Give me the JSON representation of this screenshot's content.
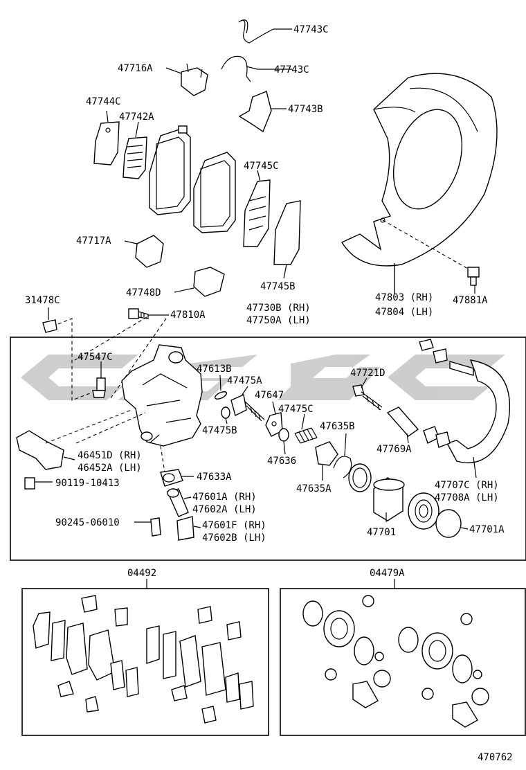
{
  "diagram_number": "470762",
  "watermark": "cjs sc",
  "callouts": {
    "c47743C_top": "47743C",
    "c47743C_mid": "47743C",
    "c47716A": "47716A",
    "c47743B": "47743B",
    "c47744C": "47744C",
    "c47742A": "47742A",
    "c47745C": "47745C",
    "c47717A": "47717A",
    "c47748D": "47748D",
    "c47745B": "47745B",
    "c47803": "47803 (RH)",
    "c47804": "47804 (LH)",
    "c47881A": "47881A",
    "c31478C": "31478C",
    "c47810A": "47810A",
    "c47730B": "47730B (RH)",
    "c47750A": "47750A (LH)",
    "c47547C": "47547C",
    "c47613B": "47613B",
    "c47475A": "47475A",
    "c47647": "47647",
    "c47721D": "47721D",
    "c47475C": "47475C",
    "c47475B": "47475B",
    "c47635B": "47635B",
    "c47769A": "47769A",
    "c47636": "47636",
    "c46451D": "46451D (RH)",
    "c46452A": "46452A (LH)",
    "c47635A": "47635A",
    "c47707C": "47707C (RH)",
    "c47708A": "47708A (LH)",
    "c90119": "90119-10413",
    "c47633A": "47633A",
    "c47601A": "47601A (RH)",
    "c47602A": "47602A (LH)",
    "c47701": "47701",
    "c47701A": "47701A",
    "c90245": "90245-06010",
    "c47601F": "47601F (RH)",
    "c47602B": "47602B (LH)",
    "c04492": "04492",
    "c04479A": "04479A"
  }
}
